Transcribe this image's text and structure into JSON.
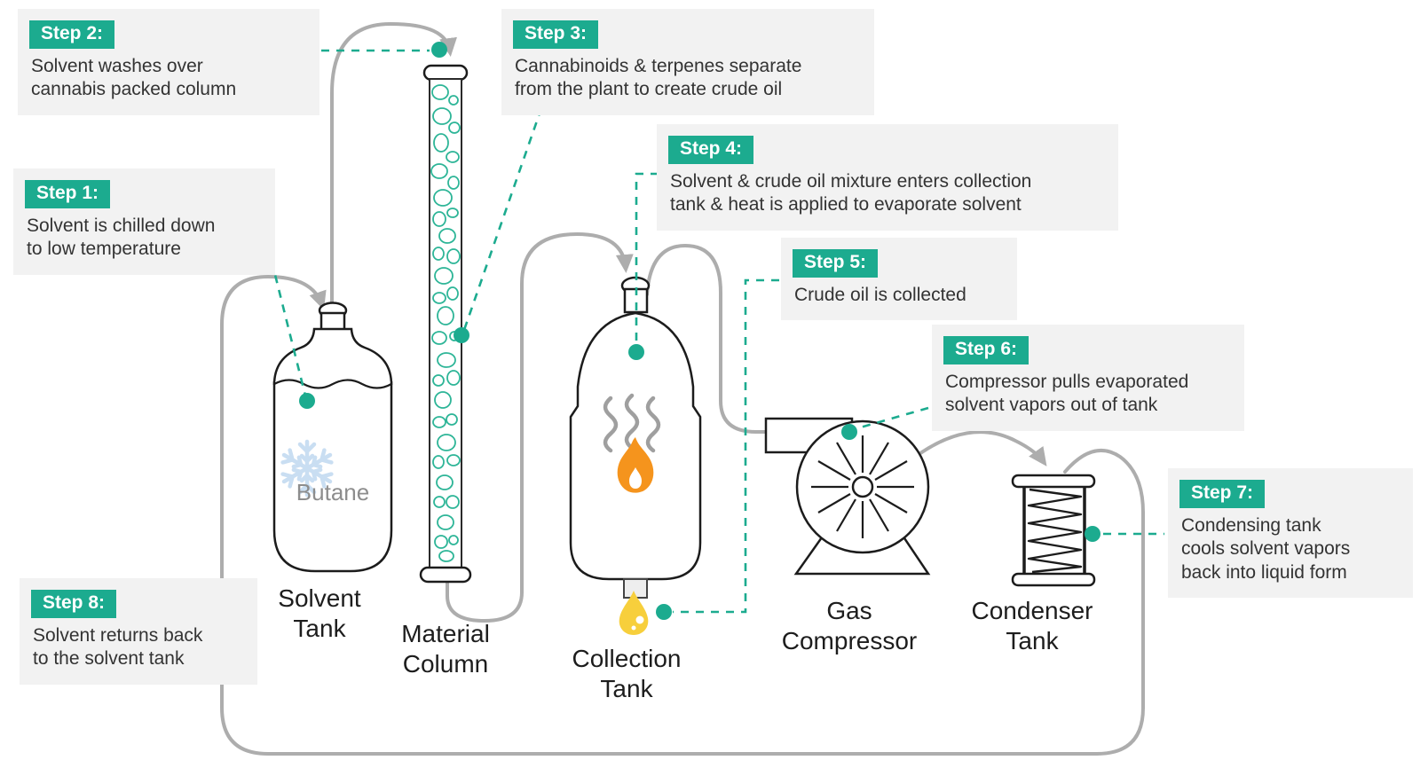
{
  "title": "Hydrocarbon solvent extraction process diagram",
  "colors": {
    "accent_teal": "#1cab8f",
    "pebble_teal": "#2db597",
    "pipe_gray": "#adadad",
    "callout_bg": "#f2f2f2",
    "text_dark": "#333333",
    "outline_black": "#1c1c1c",
    "snowflake_blue": "#c9def2",
    "flame_orange": "#f5941d",
    "oil_drop_yellow": "#f7cf3c",
    "butane_gray": "#8d8d8d",
    "vapor_gray": "#9f9f9f"
  },
  "steps": [
    {
      "label": "Step 1:",
      "text": "Solvent is chilled down\nto low temperature"
    },
    {
      "label": "Step 2:",
      "text": "Solvent washes over\ncannabis packed column"
    },
    {
      "label": "Step 3:",
      "text": "Cannabinoids & terpenes separate\nfrom the plant to create crude oil"
    },
    {
      "label": "Step 4:",
      "text": "Solvent & crude oil mixture enters collection\ntank & heat is applied to evaporate solvent"
    },
    {
      "label": "Step 5:",
      "text": "Crude oil is collected"
    },
    {
      "label": "Step 6:",
      "text": "Compressor pulls evaporated\nsolvent vapors out of tank"
    },
    {
      "label": "Step 7:",
      "text": "Condensing tank\ncools solvent vapors\nback into liquid form"
    },
    {
      "label": "Step 8:",
      "text": "Solvent returns back\nto the solvent tank"
    }
  ],
  "equipment": {
    "solvent_tank": {
      "label": "Solvent\nTank",
      "content_label": "Butane"
    },
    "material_column": {
      "label": "Material\nColumn"
    },
    "collection_tank": {
      "label": "Collection\nTank"
    },
    "gas_compressor": {
      "label": "Gas\nCompressor"
    },
    "condenser_tank": {
      "label": "Condenser\nTank"
    }
  },
  "icons": {
    "snowflake-icon": "light-blue snowflake (chilled solvent)",
    "flame-icon": "orange flame (heat applied)",
    "vapor-waves-icon": "gray wavy lines (evaporating solvent)",
    "oil-drop-icon": "yellow droplet (crude oil)",
    "fan-icon": "compressor impeller starburst",
    "coil-icon": "condenser cooling coil"
  }
}
